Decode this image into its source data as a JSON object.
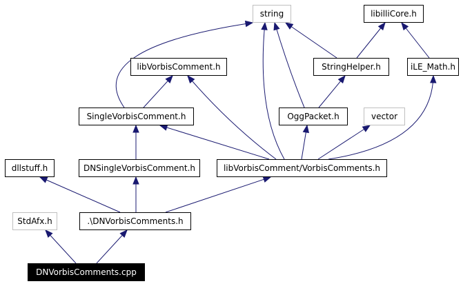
{
  "graph": {
    "edge_color": "#191970",
    "nodes": {
      "string": {
        "label": "string",
        "external": true
      },
      "libilliCore": {
        "label": "libilliCore.h",
        "external": false
      },
      "libVorbisComment": {
        "label": "libVorbisComment.h",
        "external": false
      },
      "StringHelper": {
        "label": "StringHelper.h",
        "external": false
      },
      "iLE_Math": {
        "label": "iLE_Math.h",
        "external": false
      },
      "SingleVorbisComment": {
        "label": "SingleVorbisComment.h",
        "external": false
      },
      "OggPacket": {
        "label": "OggPacket.h",
        "external": false
      },
      "vector": {
        "label": "vector",
        "external": true
      },
      "dllstuff": {
        "label": "dllstuff.h",
        "external": false
      },
      "DNSingleVorbisComment": {
        "label": "DNSingleVorbisComment.h",
        "external": false
      },
      "VorbisComments": {
        "label": "libVorbisComment/VorbisComments.h",
        "external": false
      },
      "StdAfx": {
        "label": "StdAfx.h",
        "external": true
      },
      "DNVorbisComments_h": {
        "label": ".\\DNVorbisComments.h",
        "external": false
      },
      "DNVorbisComments_cpp": {
        "label": "DNVorbisComments.cpp",
        "external": false,
        "root": true
      }
    },
    "edges": [
      {
        "from": "DNVorbisComments_cpp",
        "to": "StdAfx"
      },
      {
        "from": "DNVorbisComments_cpp",
        "to": "DNVorbisComments_h"
      },
      {
        "from": "DNVorbisComments_h",
        "to": "dllstuff"
      },
      {
        "from": "DNVorbisComments_h",
        "to": "DNSingleVorbisComment"
      },
      {
        "from": "DNVorbisComments_h",
        "to": "VorbisComments"
      },
      {
        "from": "DNSingleVorbisComment",
        "to": "SingleVorbisComment"
      },
      {
        "from": "VorbisComments",
        "to": "SingleVorbisComment"
      },
      {
        "from": "VorbisComments",
        "to": "libVorbisComment"
      },
      {
        "from": "VorbisComments",
        "to": "string"
      },
      {
        "from": "VorbisComments",
        "to": "OggPacket"
      },
      {
        "from": "VorbisComments",
        "to": "vector"
      },
      {
        "from": "VorbisComments",
        "to": "iLE_Math"
      },
      {
        "from": "SingleVorbisComment",
        "to": "libVorbisComment"
      },
      {
        "from": "SingleVorbisComment",
        "to": "string"
      },
      {
        "from": "OggPacket",
        "to": "string"
      },
      {
        "from": "OggPacket",
        "to": "StringHelper"
      },
      {
        "from": "StringHelper",
        "to": "string"
      },
      {
        "from": "StringHelper",
        "to": "libilliCore"
      },
      {
        "from": "iLE_Math",
        "to": "libilliCore"
      }
    ]
  }
}
